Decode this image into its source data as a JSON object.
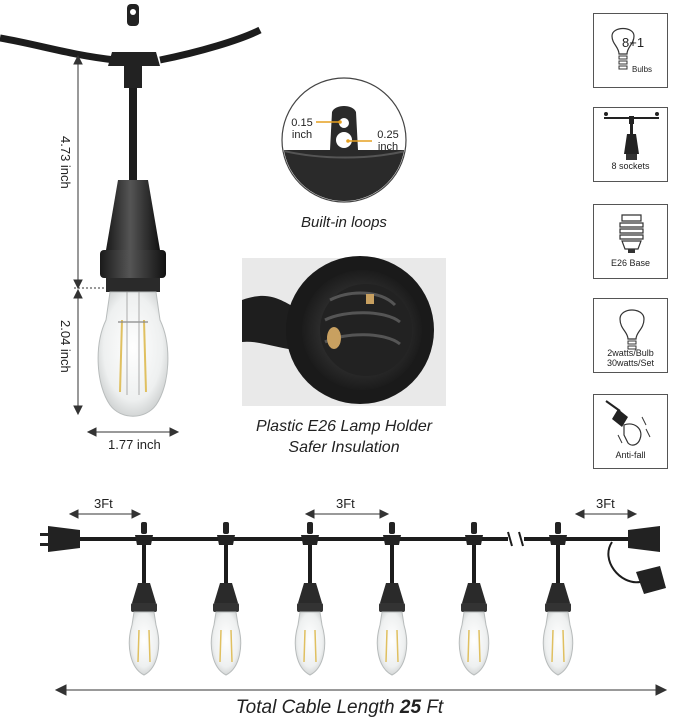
{
  "dimensions": {
    "total_height": "4.73 inch",
    "bulb_height": "2.04 inch",
    "bulb_width": "1.77 inch"
  },
  "loop": {
    "small": "0.15 inch",
    "large": "0.25 inch",
    "caption": "Built-in loops"
  },
  "holder": {
    "caption_line1": "Plastic E26 Lamp Holder",
    "caption_line2": "Safer Insulation"
  },
  "features": [
    {
      "icon": "bulb-count-icon",
      "number": "8+1",
      "label": "Bulbs"
    },
    {
      "icon": "sockets-icon",
      "label": "8 sockets"
    },
    {
      "icon": "e26-base-icon",
      "label": "E26 Base"
    },
    {
      "icon": "bulb-watt-icon",
      "line1": "2watts/Bulb",
      "line2": "30watts/Set"
    },
    {
      "icon": "anti-fall-icon",
      "label": "Anti-fall"
    }
  ],
  "spacing": {
    "left": "3Ft",
    "middle": "3Ft",
    "right": "3Ft"
  },
  "cable": {
    "prefix": "Total Cable Length",
    "value": "25",
    "unit": "Ft"
  }
}
